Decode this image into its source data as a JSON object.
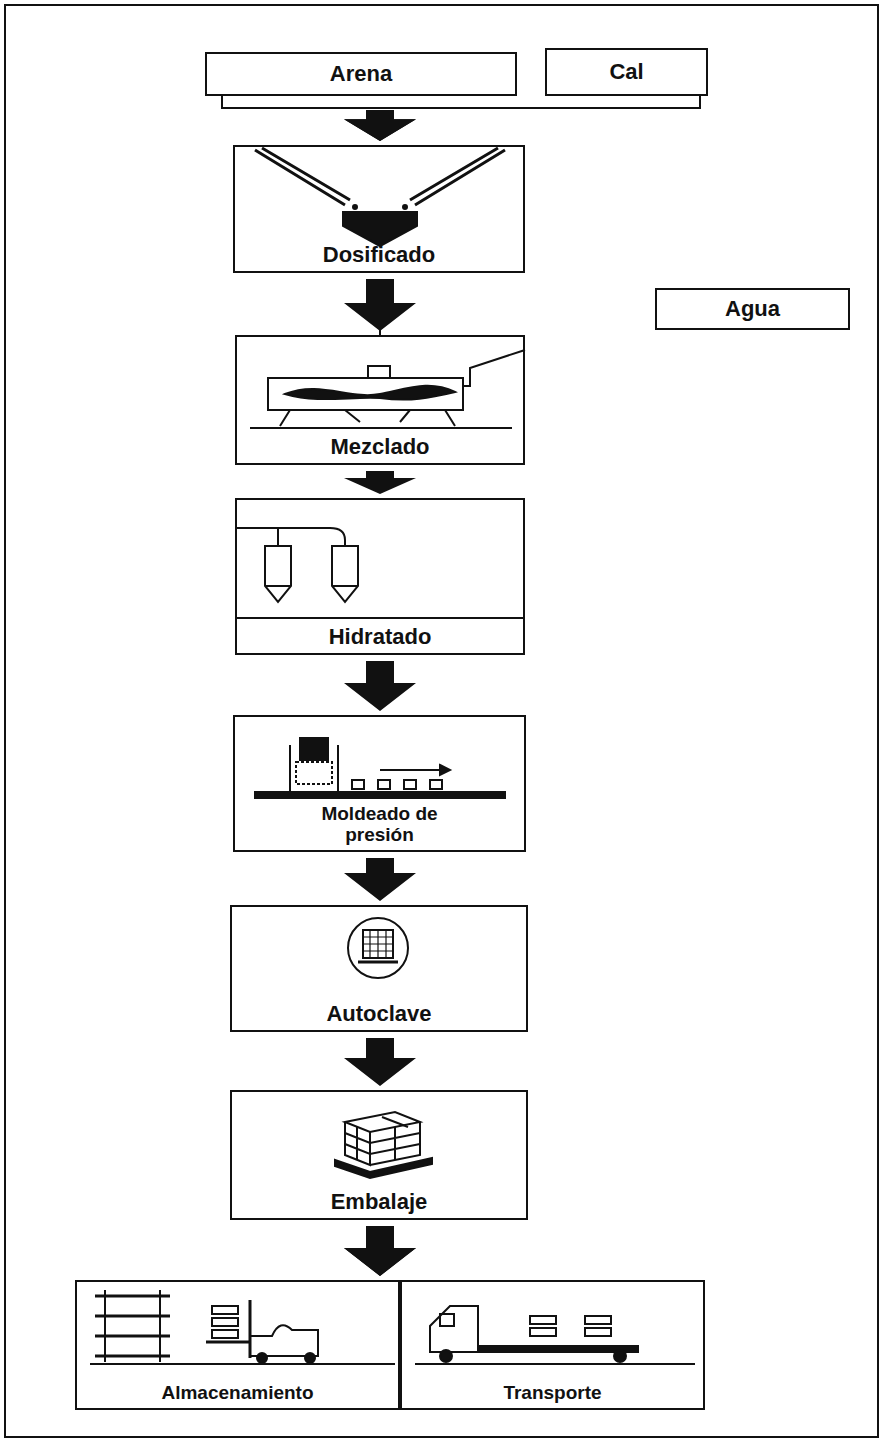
{
  "diagram": {
    "nodes": [
      {
        "text": [
          "Arena"
        ]
      },
      {
        "text": [
          "Cal"
        ]
      },
      {
        "text": [
          "Dosificado"
        ]
      },
      {
        "text": [
          "Agua"
        ]
      },
      {
        "text": [
          "Mezclado"
        ]
      },
      {
        "text": [
          "Hidratado"
        ]
      },
      {
        "text": [
          "Moldeado de presión"
        ]
      },
      {
        "text": [
          "Autoclave"
        ]
      },
      {
        "text": [
          "Embalaje"
        ]
      },
      {
        "text": [
          "Almacenamiento"
        ]
      },
      {
        "text": [
          "Transporte"
        ]
      }
    ],
    "edges": [
      {
        "from": 0,
        "to": 2,
        "arrow": "to"
      },
      {
        "from": 1,
        "to": 2,
        "arrow": "to"
      },
      {
        "from": 3,
        "to": 4,
        "arrow": "none"
      },
      {
        "from": 2,
        "to": 4,
        "arrow": "to"
      },
      {
        "from": 4,
        "to": 5,
        "arrow": "to"
      },
      {
        "from": 5,
        "to": 6,
        "arrow": "to"
      },
      {
        "from": 6,
        "to": 7,
        "arrow": "to"
      },
      {
        "from": 7,
        "to": 8,
        "arrow": "to"
      },
      {
        "from": 8,
        "to": 9,
        "arrow": "to"
      },
      {
        "from": 8,
        "to": 10,
        "arrow": "to"
      }
    ]
  }
}
